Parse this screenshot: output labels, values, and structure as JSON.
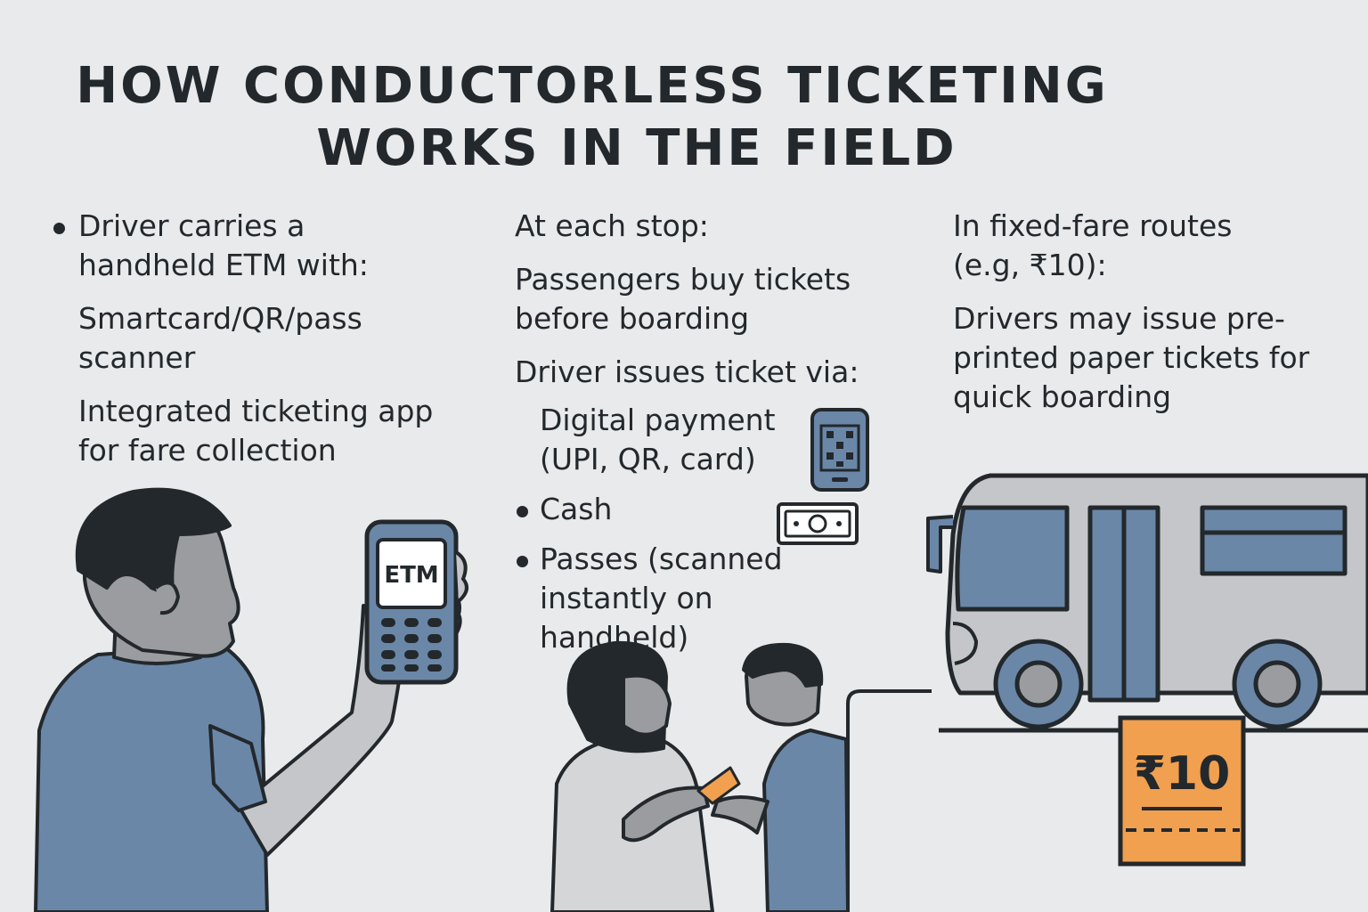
{
  "title": {
    "line1": "HOW CONDUCTORLESS TICKETING",
    "line2": "WORKS IN THE FIELD"
  },
  "driver_section": {
    "intro": "Driver carries a handheld ETM with:",
    "items": [
      "Smartcard/QR/pass scanner",
      "Integrated ticketing app for fare collection"
    ],
    "device_label": "ETM"
  },
  "stop_section": {
    "heading": "At each stop:",
    "note": "Passengers buy tickets before boarding",
    "issue_heading": "Driver issues ticket via:",
    "methods": [
      "Digital payment (UPI, QR, card)",
      "Cash",
      "Passes (scanned instantly on handheld)"
    ]
  },
  "fixed_fare_section": {
    "heading": "In fixed-fare routes (e.g, ₹10):",
    "note": "Drivers may issue pre-printed paper tickets for quick boarding",
    "ticket_label": "₹10"
  },
  "colors": {
    "background": "#e8eaec",
    "accent_blue": "#6a87a8",
    "ticket_orange": "#f0a04f",
    "ink": "#23282c",
    "gray": "#c4c6c9"
  },
  "icons": [
    "etm-device-icon",
    "smartphone-qr-icon",
    "cash-note-icon",
    "bus-icon",
    "paper-ticket-icon"
  ]
}
